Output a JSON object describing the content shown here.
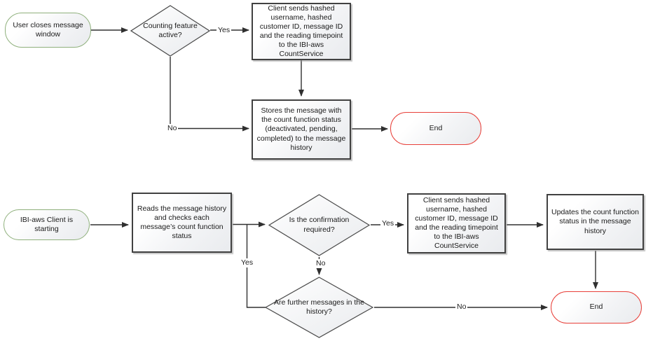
{
  "diagram": {
    "type": "flowchart",
    "nodes": {
      "start_top": "User closes message window",
      "decision_counting": "Counting feature active?",
      "client_sends_top": "Client sends hashed username, hashed customer ID, message ID and the reading timepoint to the IBI-aws CountService",
      "stores_message": "Stores the message with the count function status (deactivated, pending, completed) to the message history",
      "end_top": "End",
      "start_bottom": "IBI-aws Client is starting",
      "reads_history": "Reads the message history and checks each message’s count function status",
      "decision_confirmation": "Is the confirmation required?",
      "client_sends_bottom": "Client sends hashed username, hashed customer ID, message ID and the reading timepoint to the IBI-aws CountService",
      "updates_status": "Updates the count function status in the message history",
      "decision_further": "Are further messages in the history?",
      "end_bottom": "End"
    },
    "edge_labels": {
      "counting_yes": "Yes",
      "counting_no": "No",
      "confirmation_yes": "Yes",
      "confirmation_no": "No",
      "further_yes": "Yes",
      "further_no": "No"
    },
    "colors": {
      "start_border": "#8fb07c",
      "end_border": "#e8403a",
      "process_border": "#414141",
      "connector": "#303030"
    }
  }
}
